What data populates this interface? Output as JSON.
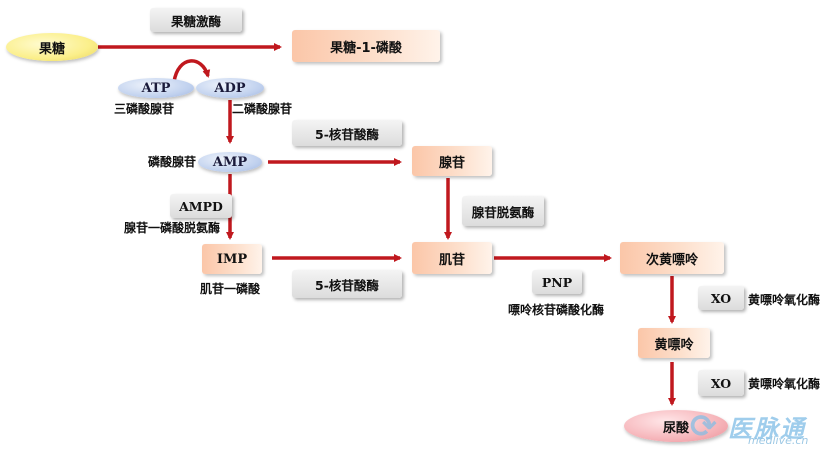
{
  "nodes": {
    "fructose": "果糖",
    "fructose_1p": "果糖-1-磷酸",
    "atp": "ATP",
    "adp": "ADP",
    "amp": "AMP",
    "imp": "IMP",
    "adenosine": "腺苷",
    "inosine": "肌苷",
    "hypoxanthine": "次黄嘌呤",
    "xanthine": "黄嘌呤",
    "uric_acid": "尿酸"
  },
  "labels": {
    "atp_name": "三磷酸腺苷",
    "adp_name": "二磷酸腺苷",
    "amp_name": "磷酸腺苷",
    "imp_name": "肌苷一磷酸"
  },
  "enzymes": {
    "fructokinase": "果糖激酶",
    "nucleotidase_top": "5-核苷酸酶",
    "nucleotidase_bottom": "5-核苷酸酶",
    "adenosine_deaminase": "腺苷脱氨酶",
    "ampd": "AMPD",
    "ampd_name": "腺苷一磷酸脱氨酶",
    "pnp": "PNP",
    "pnp_name": "嘌呤核苷磷酸化酶",
    "xo1": "XO",
    "xo1_name": "黄嘌呤氧化酶",
    "xo2": "XO",
    "xo2_name": "黄嘌呤氧化酶"
  },
  "watermark": {
    "brand": "医脉通",
    "site": "medlive.cn"
  },
  "colors": {
    "arrow": "#c0181e"
  }
}
